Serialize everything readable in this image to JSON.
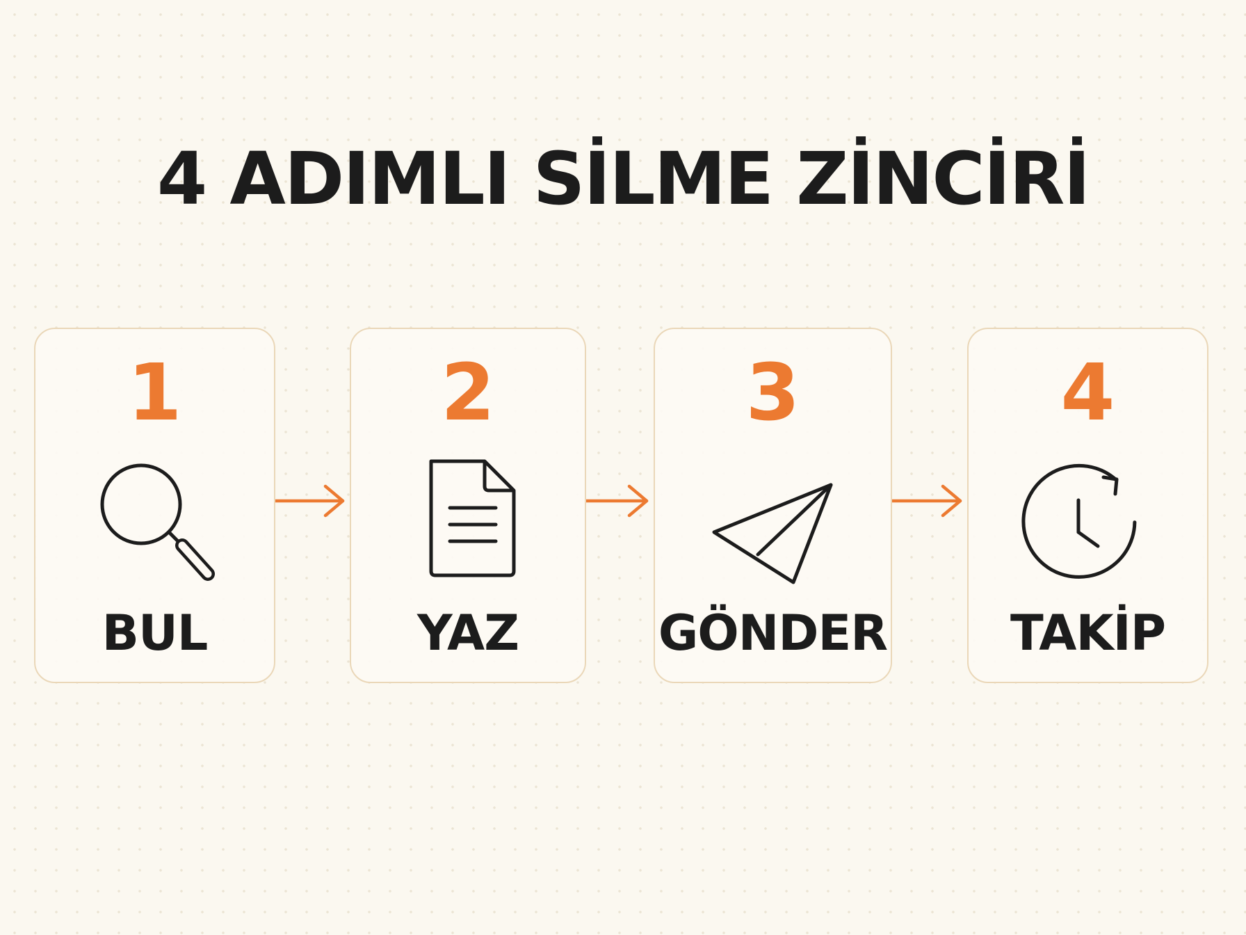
{
  "title": "4 ADIMLI SİLME ZİNCİRİ",
  "colors": {
    "accent": "#ec7a31",
    "text": "#1c1c1c",
    "card_border": "#ead7b8",
    "background": "#fbf8f0"
  },
  "steps": [
    {
      "number": "1",
      "label": "BUL",
      "icon": "magnifying-glass-icon"
    },
    {
      "number": "2",
      "label": "YAZ",
      "icon": "document-icon"
    },
    {
      "number": "3",
      "label": "GÖNDER",
      "icon": "paper-plane-icon"
    },
    {
      "number": "4",
      "label": "TAKİP",
      "icon": "clock-refresh-icon"
    }
  ]
}
